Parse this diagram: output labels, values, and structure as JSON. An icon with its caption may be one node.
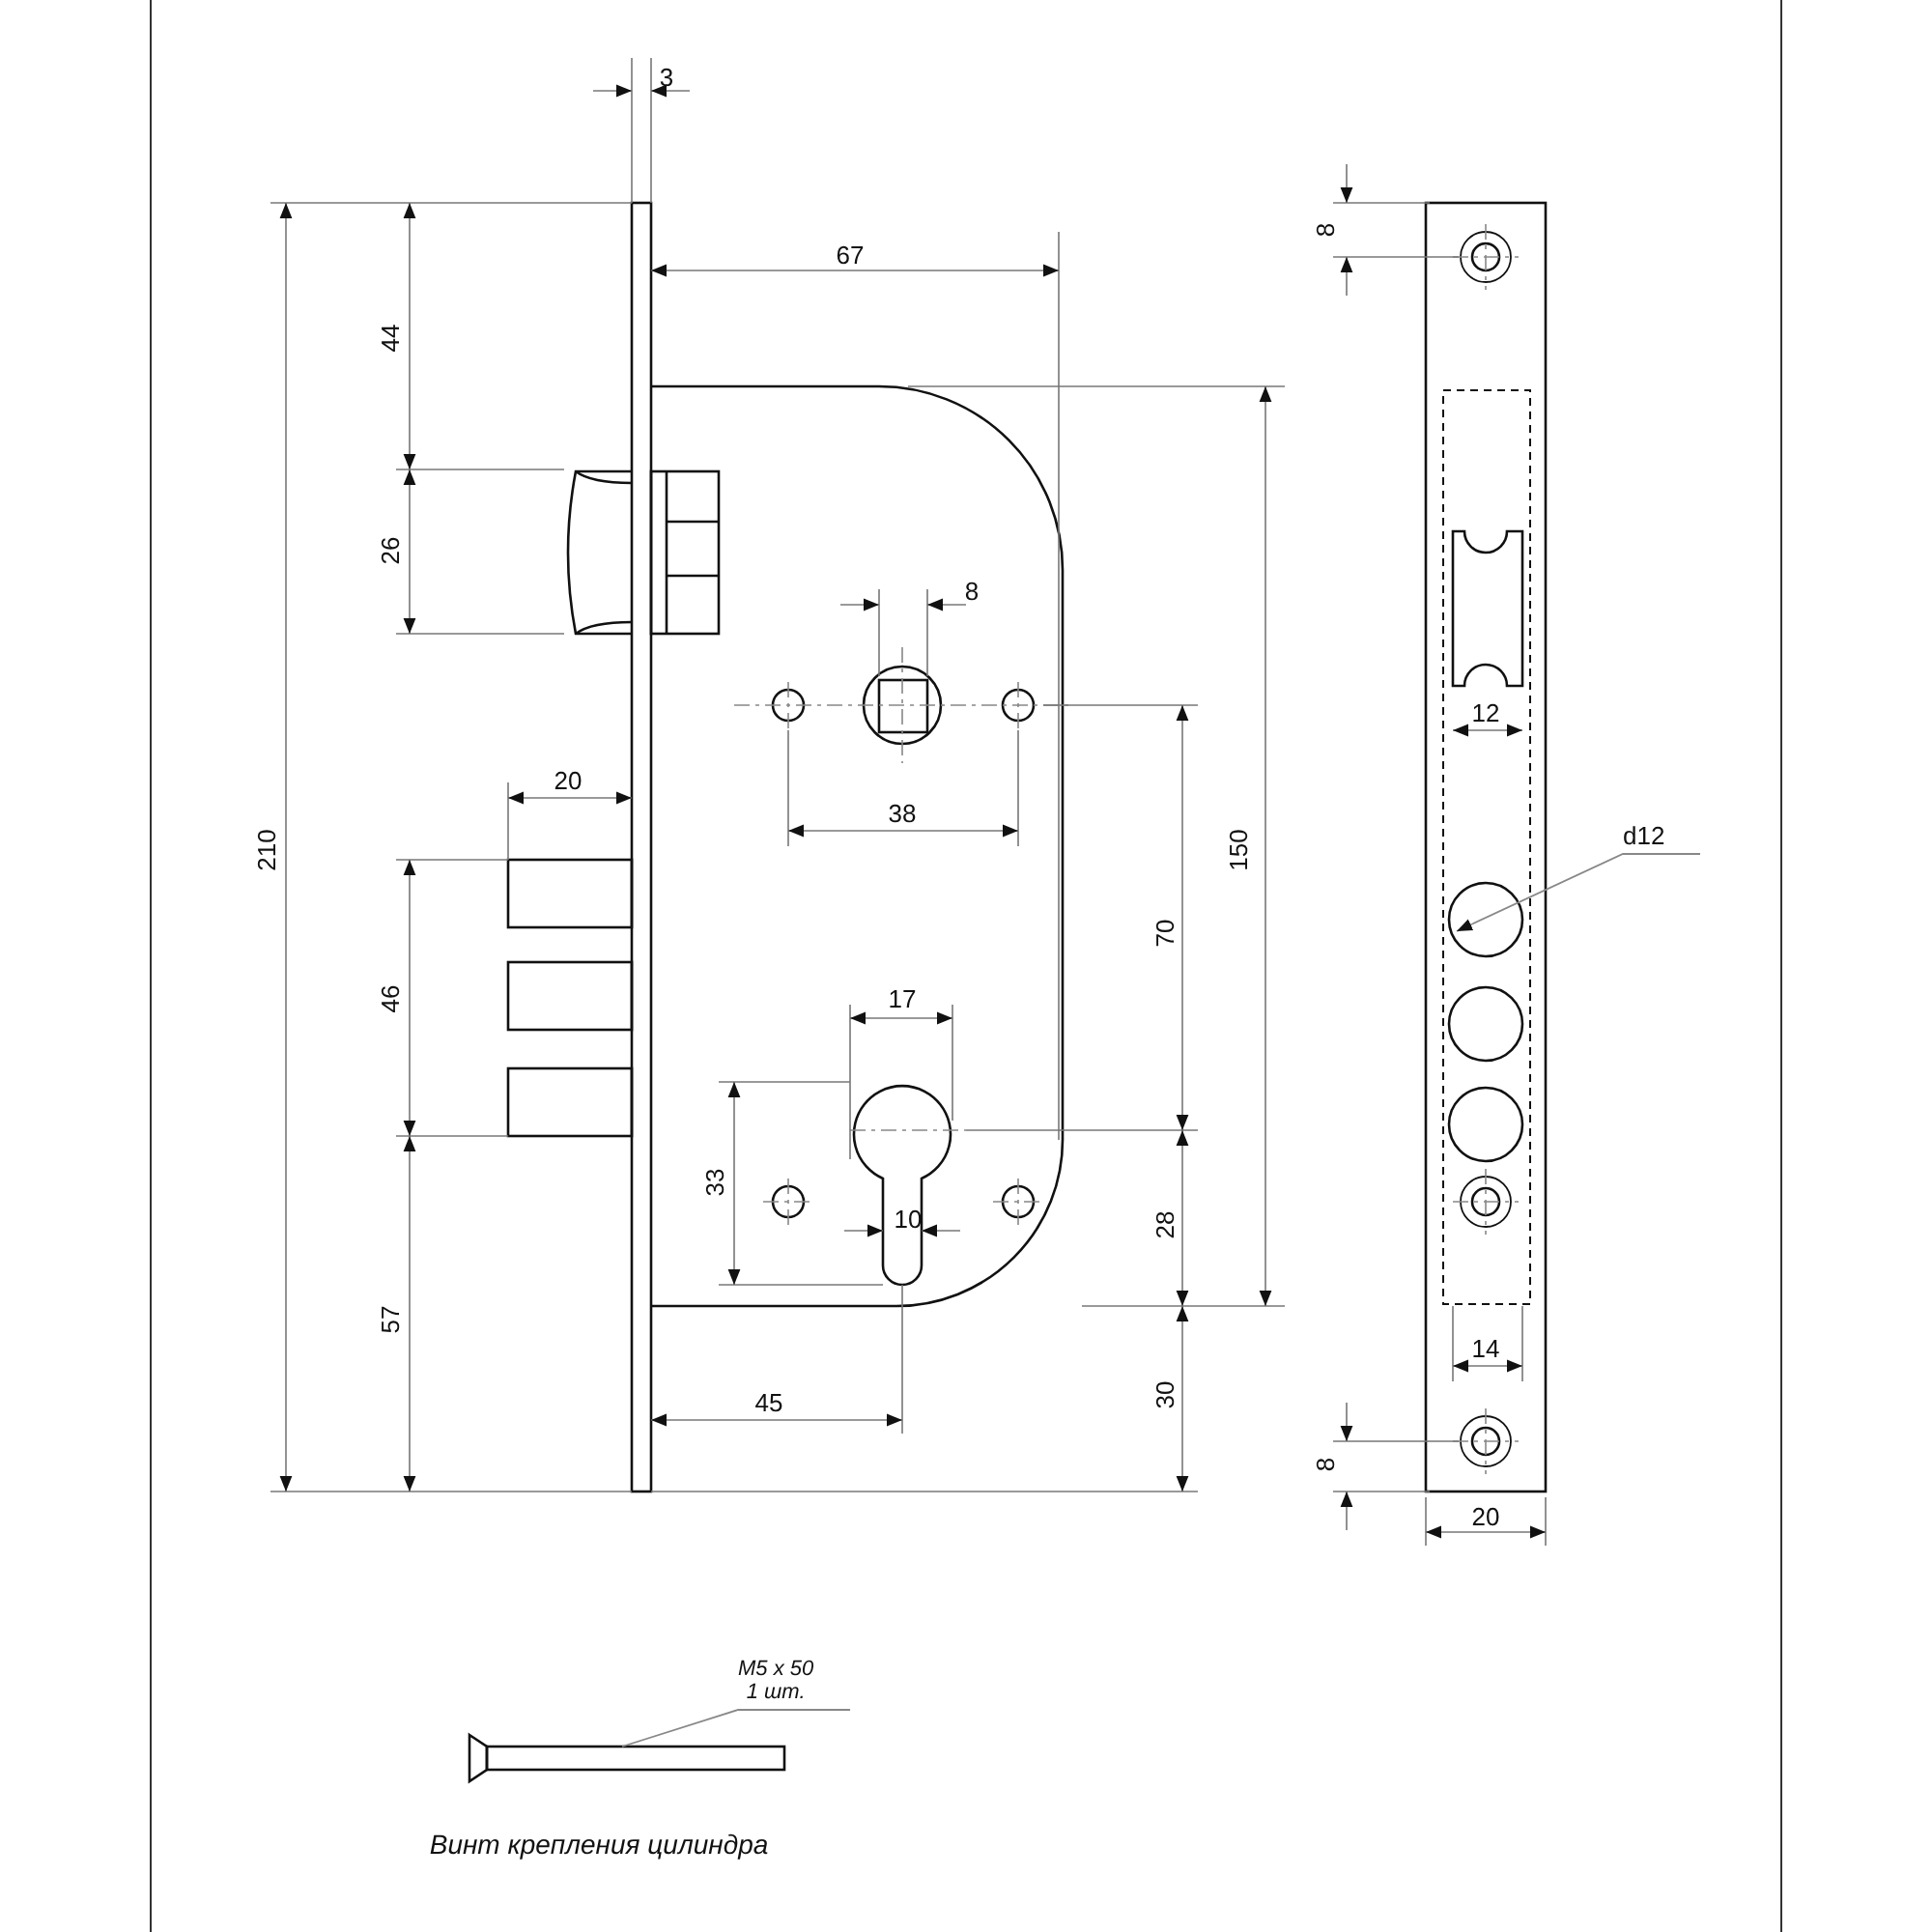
{
  "diagram": {
    "nodes": [
      {
        "text": [
          "d12"
        ]
      },
      {
        "text": [],
        "shape": "circle"
      },
      {
        "text": [
          "M5 x 50",
          "1 шт."
        ]
      },
      {
        "text": [],
        "shape": "picture"
      }
    ],
    "edges": [
      {
        "from": 0,
        "to": 1,
        "arrow": "to"
      },
      {
        "from": 2,
        "to": 3,
        "arrow": "none"
      }
    ],
    "labels": [
      "3",
      "67",
      "8",
      "44",
      "26",
      "8",
      "38",
      "20",
      "150",
      "70",
      "210",
      "12",
      "46",
      "17",
      "33",
      "10",
      "28",
      "57",
      "45",
      "30",
      "14",
      "8",
      "20",
      "Винт крепления цилиндра"
    ]
  }
}
